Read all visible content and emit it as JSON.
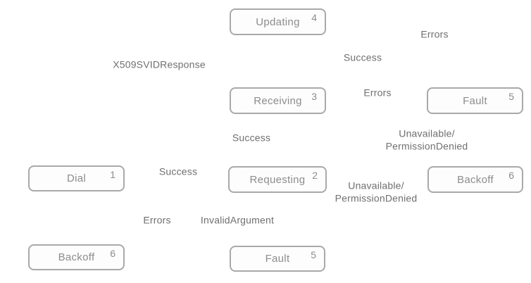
{
  "diagram": {
    "states": [
      {
        "label": "Updating",
        "number": "4"
      },
      {
        "label": "Receiving",
        "number": "3"
      },
      {
        "label": "Requesting",
        "number": "2"
      },
      {
        "label": "Dial",
        "number": "1"
      },
      {
        "label": "Fault",
        "number": "5"
      },
      {
        "label": "Backoff",
        "number": "6"
      },
      {
        "label": "Backoff",
        "number": "6"
      },
      {
        "label": "Fault",
        "number": "5"
      }
    ],
    "edge_labels": [
      {
        "text": "X509SVIDResponse"
      },
      {
        "text": "Errors"
      },
      {
        "text": "Success"
      },
      {
        "text": "Errors"
      },
      {
        "text": "Success"
      },
      {
        "text": "Unavailable/\nPermissionDenied"
      },
      {
        "text": "Success"
      },
      {
        "text": "Unavailable/\nPermissionDenied"
      },
      {
        "text": "Errors"
      },
      {
        "text": "InvalidArgument"
      }
    ],
    "colors": {
      "background": "#ffffff",
      "state_fill": "#fdfdfd",
      "state_border": "#a9a9a9",
      "state_text": "#8c8c8c",
      "edge_label_text": "#6f6f6f"
    }
  }
}
